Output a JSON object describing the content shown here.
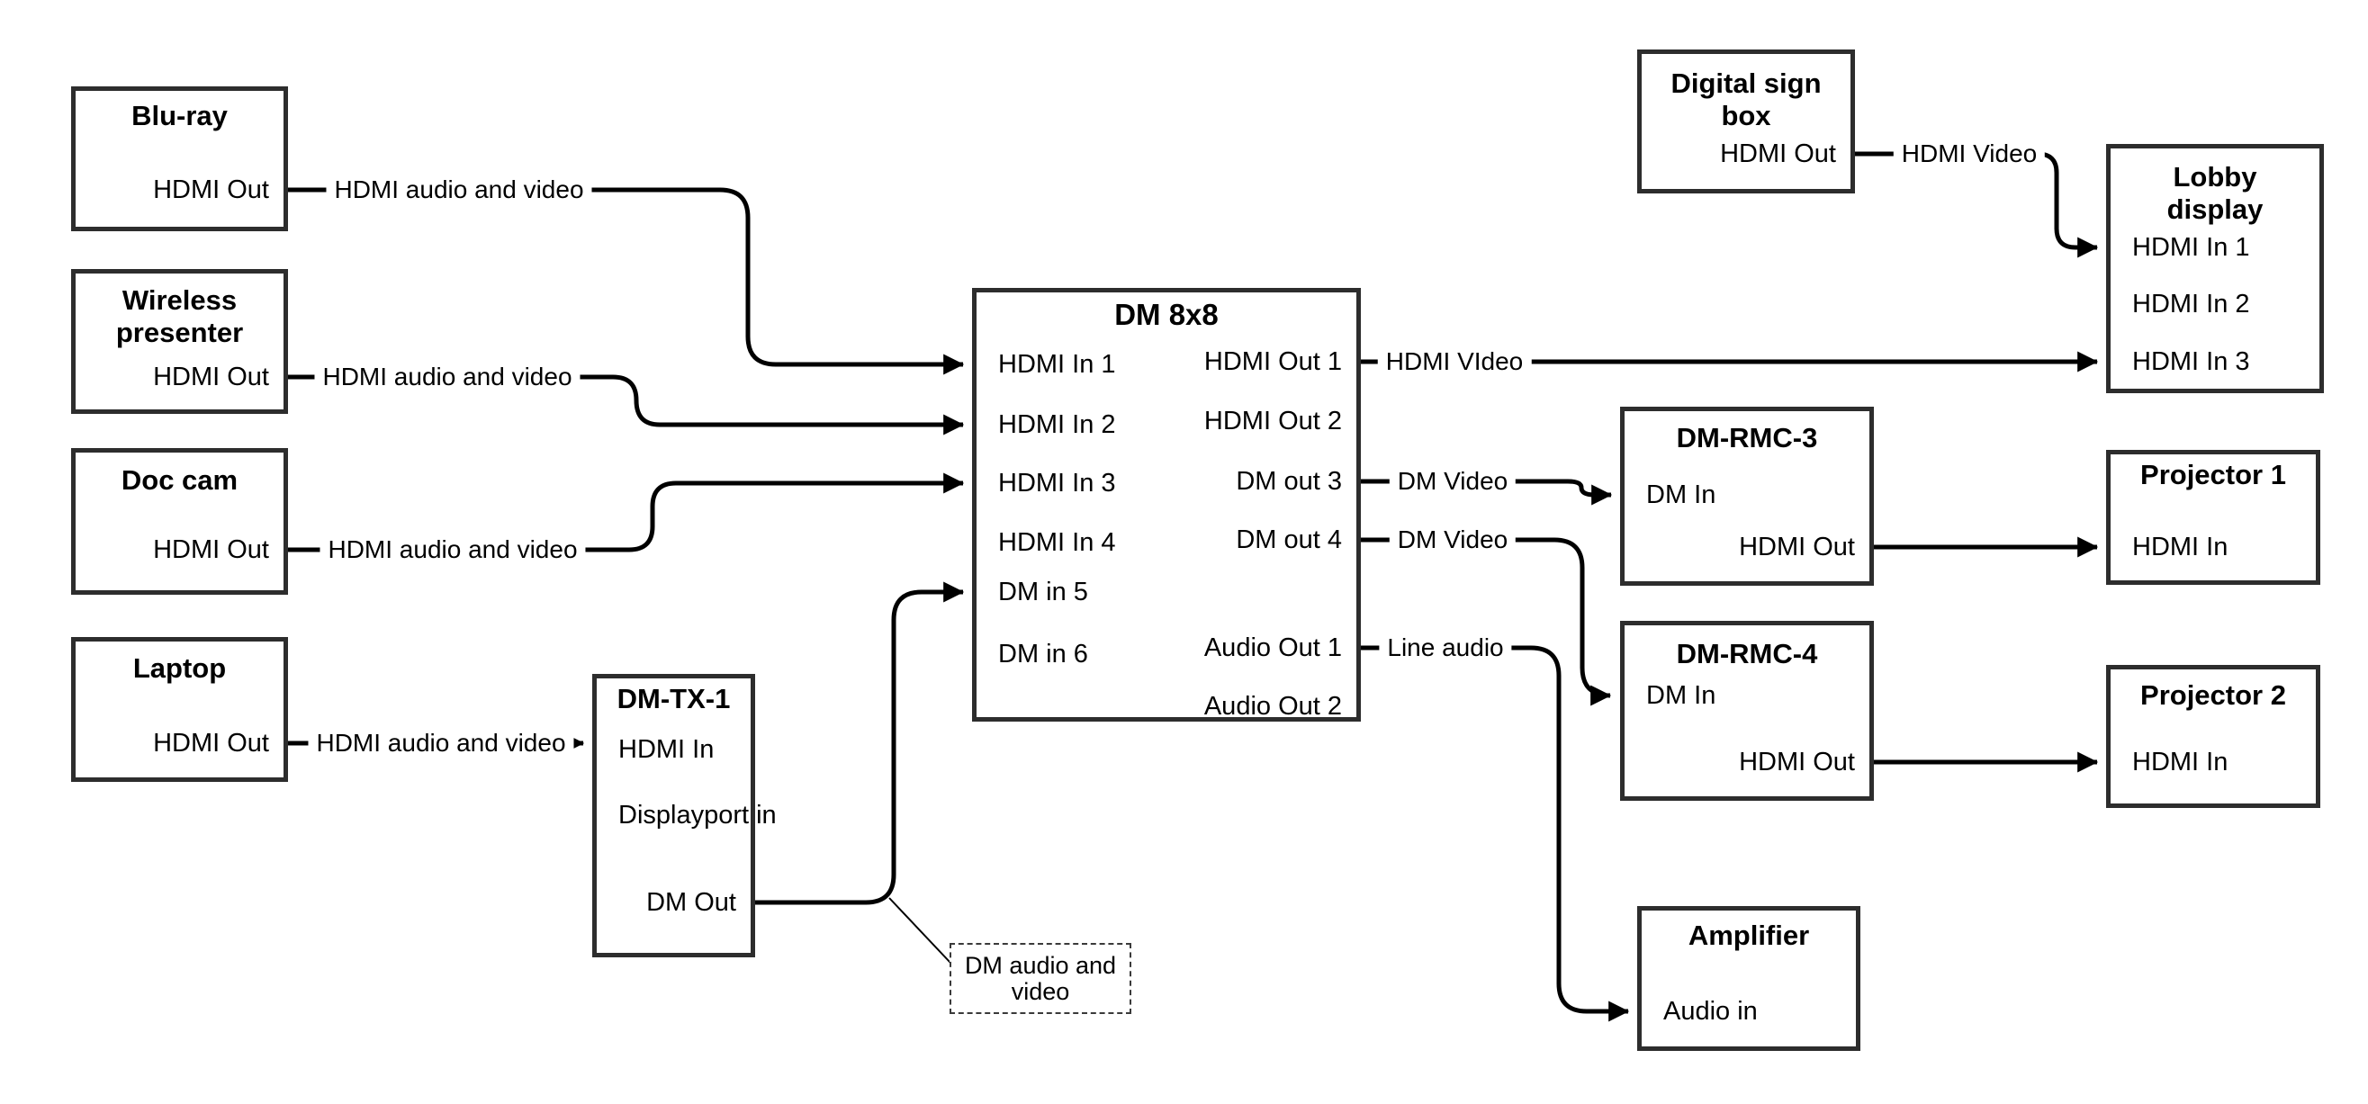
{
  "diagram": {
    "background_color": "#ffffff",
    "box_border_color": "#2d2d2d",
    "wire_color": "#000000",
    "text_color": "#000000"
  },
  "nodes": {
    "bluray": {
      "title_lines": [
        "Blu-ray"
      ],
      "ports": {
        "hdmi_out": "HDMI Out"
      }
    },
    "wireless_presenter": {
      "title_lines": [
        "Wireless",
        "presenter"
      ],
      "ports": {
        "hdmi_out": "HDMI Out"
      }
    },
    "doc_cam": {
      "title_lines": [
        "Doc cam"
      ],
      "ports": {
        "hdmi_out": "HDMI Out"
      }
    },
    "laptop": {
      "title_lines": [
        "Laptop"
      ],
      "ports": {
        "hdmi_out": "HDMI Out"
      }
    },
    "dm_tx_1": {
      "title_lines": [
        "DM-TX-1"
      ],
      "ports": {
        "hdmi_in": "HDMI In",
        "displayport_in": "Displayport in",
        "dm_out": "DM Out"
      }
    },
    "dm_8x8": {
      "title_lines": [
        "DM 8x8"
      ],
      "ports_left": [
        "HDMI In 1",
        "HDMI In 2",
        "HDMI In 3",
        "HDMI In 4",
        "DM in 5",
        "DM in 6"
      ],
      "ports_right": [
        "HDMI Out 1",
        "HDMI Out 2",
        "DM out 3",
        "DM out 4",
        "Audio Out 1",
        "Audio Out 2"
      ]
    },
    "digital_sign_box": {
      "title_lines": [
        "Digital sign",
        "box"
      ],
      "ports": {
        "hdmi_out": "HDMI Out"
      }
    },
    "lobby_display": {
      "title_lines": [
        "Lobby",
        "display"
      ],
      "ports_left": [
        "HDMI In 1",
        "HDMI In 2",
        "HDMI In 3"
      ]
    },
    "dm_rmc_3": {
      "title_lines": [
        "DM-RMC-3"
      ],
      "ports": {
        "dm_in": "DM In",
        "hdmi_out": "HDMI Out"
      }
    },
    "projector_1": {
      "title_lines": [
        "Projector 1"
      ],
      "ports": {
        "hdmi_in": "HDMI In"
      }
    },
    "dm_rmc_4": {
      "title_lines": [
        "DM-RMC-4"
      ],
      "ports": {
        "dm_in": "DM In",
        "hdmi_out": "HDMI Out"
      }
    },
    "projector_2": {
      "title_lines": [
        "Projector 2"
      ],
      "ports": {
        "hdmi_in": "HDMI In"
      }
    },
    "amplifier": {
      "title_lines": [
        "Amplifier"
      ],
      "ports": {
        "audio_in": "Audio in"
      }
    }
  },
  "wire_labels": {
    "bluray_to_dm": "HDMI audio and video",
    "wireless_to_dm": "HDMI audio and video",
    "doccam_to_dm": "HDMI audio and video",
    "laptop_to_tx": "HDMI audio and video",
    "out1_to_lobby": "HDMI VIdeo",
    "out3_to_rmc3": "DM Video",
    "out4_to_rmc4": "DM Video",
    "audio1_to_amp": "Line audio",
    "sign_to_lobby": "HDMI Video"
  },
  "callout": {
    "lines": [
      "DM audio and",
      "video"
    ]
  },
  "connections": [
    {
      "from": "Blu-ray HDMI Out",
      "to": "DM 8x8 HDMI In 1",
      "label": "HDMI audio and video"
    },
    {
      "from": "Wireless presenter HDMI Out",
      "to": "DM 8x8 HDMI In 2",
      "label": "HDMI audio and video"
    },
    {
      "from": "Doc cam HDMI Out",
      "to": "DM 8x8 HDMI In 3",
      "label": "HDMI audio and video"
    },
    {
      "from": "Laptop HDMI Out",
      "to": "DM-TX-1 HDMI In",
      "label": "HDMI audio and video"
    },
    {
      "from": "DM-TX-1 DM Out",
      "to": "DM 8x8 DM in 5",
      "label": "DM audio and video"
    },
    {
      "from": "DM 8x8 HDMI Out 1",
      "to": "Lobby display HDMI In 3",
      "label": "HDMI VIdeo"
    },
    {
      "from": "DM 8x8 DM out 3",
      "to": "DM-RMC-3 DM In",
      "label": "DM Video"
    },
    {
      "from": "DM 8x8 DM out 4",
      "to": "DM-RMC-4 DM In",
      "label": "DM Video"
    },
    {
      "from": "DM 8x8 Audio Out 1",
      "to": "Amplifier Audio in",
      "label": "Line audio"
    },
    {
      "from": "Digital sign box HDMI Out",
      "to": "Lobby display HDMI In 1",
      "label": "HDMI Video"
    },
    {
      "from": "DM-RMC-3 HDMI Out",
      "to": "Projector 1 HDMI In",
      "label": ""
    },
    {
      "from": "DM-RMC-4 HDMI Out",
      "to": "Projector 2 HDMI In",
      "label": ""
    }
  ]
}
